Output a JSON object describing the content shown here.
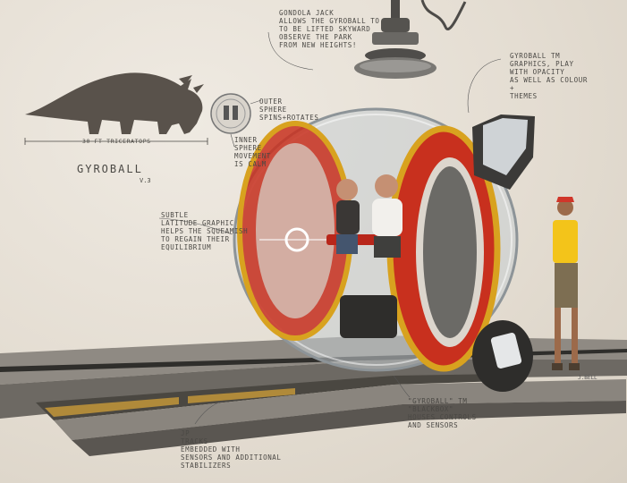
{
  "title": "GYROBALL",
  "version": "V.3",
  "notes": {
    "gondola": "GONDOLA JACK\nALLOWS THE GYROBALL TO\nTO BE LIFTED SKYWARD\nOBSERVE THE PARK\nFROM NEW HEIGHTS!",
    "outer_sphere": "OUTER\nSPHERE\nSPINS+ROTATES",
    "inner_sphere": "INNER\nSPHERE\nMOVEMENT\nIS CALM",
    "graphics": "GYROBALL TM\nGRAPHICS, PLAY\nWITH OPACITY\nAS WELL AS COLOUR\n+\nTHEMES",
    "latitude": "SUBTLE\nLATITUDE GRAPHIC\nHELPS THE SQUEAMISH\nTO REGAIN THEIR\nEQUILIBRIUM",
    "scale": "30 FT TRICERATOPS",
    "blackbox": "\"GYROBALL\" TM\n\"BLACKBOX\"\nHOUSES CONTROLS\nAND SENSORS",
    "tracks": "JP\nTRACKS\nEMBEDDED WITH\nSENSORS AND ADDITIONAL\nSTABILIZERS"
  },
  "signature": "J.BELL",
  "icons": [
    "triceratops-silhouette",
    "gyroball-sphere",
    "gondola-jack",
    "track-rail",
    "staff-figure",
    "blackbox-console"
  ],
  "colors": {
    "paper": "#e6e0d6",
    "sphere_red": "#c8301e",
    "ring_gold": "#d8a21f",
    "track_dark": "#3c3b38",
    "staff_yellow": "#f3c41a"
  }
}
